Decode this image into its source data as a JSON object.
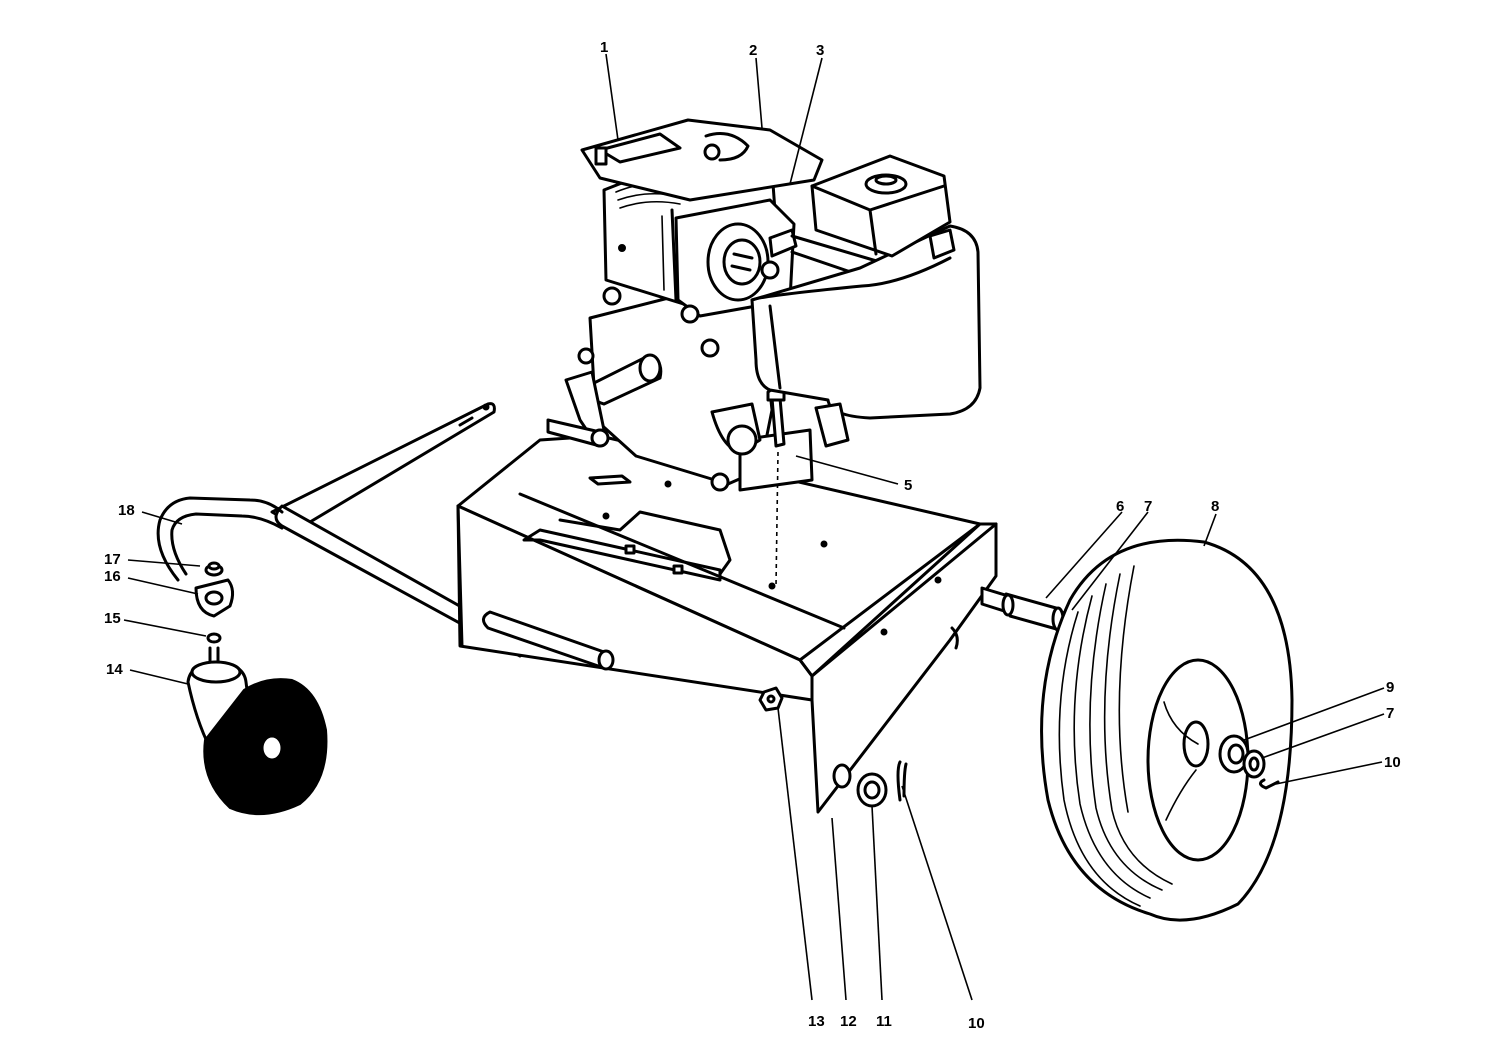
{
  "callouts": [
    {
      "id": "c1",
      "label": "1"
    },
    {
      "id": "c2",
      "label": "2"
    },
    {
      "id": "c3",
      "label": "3"
    },
    {
      "id": "c5",
      "label": "5"
    },
    {
      "id": "c6",
      "label": "6"
    },
    {
      "id": "c7a",
      "label": "7"
    },
    {
      "id": "c8",
      "label": "8"
    },
    {
      "id": "c9",
      "label": "9"
    },
    {
      "id": "c7b",
      "label": "7"
    },
    {
      "id": "c10a",
      "label": "10"
    },
    {
      "id": "c18",
      "label": "18"
    },
    {
      "id": "c17",
      "label": "17"
    },
    {
      "id": "c16",
      "label": "16"
    },
    {
      "id": "c15",
      "label": "15"
    },
    {
      "id": "c14",
      "label": "14"
    },
    {
      "id": "c13",
      "label": "13"
    },
    {
      "id": "c12",
      "label": "12"
    },
    {
      "id": "c11",
      "label": "11"
    },
    {
      "id": "c10b",
      "label": "10"
    }
  ]
}
